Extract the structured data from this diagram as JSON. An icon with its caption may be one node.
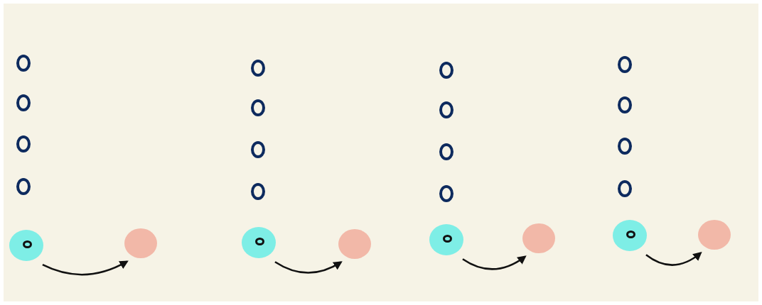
{
  "diagram": {
    "nodes": [
      {
        "text": [],
        "shape": "circle"
      },
      {
        "text": [],
        "shape": "circle"
      },
      {
        "text": [],
        "shape": "circle"
      },
      {
        "text": [],
        "shape": "circle"
      },
      {
        "text": [],
        "shape": "circle"
      },
      {
        "text": [],
        "shape": "circle",
        "in": 4
      },
      {
        "text": [],
        "shape": "circle"
      },
      {
        "text": [],
        "shape": "circle"
      },
      {
        "text": [],
        "shape": "circle"
      },
      {
        "text": [],
        "shape": "circle"
      },
      {
        "text": [],
        "shape": "circle"
      },
      {
        "text": [],
        "shape": "circle"
      },
      {
        "text": [],
        "shape": "circle",
        "in": 11
      },
      {
        "text": [],
        "shape": "circle"
      },
      {
        "text": [],
        "shape": "circle"
      },
      {
        "text": [],
        "shape": "circle"
      },
      {
        "text": [],
        "shape": "circle"
      },
      {
        "text": [],
        "shape": "circle"
      },
      {
        "text": [],
        "shape": "circle"
      },
      {
        "text": [],
        "shape": "circle",
        "in": 18
      },
      {
        "text": [],
        "shape": "circle"
      },
      {
        "text": [],
        "shape": "circle"
      },
      {
        "text": [],
        "shape": "circle"
      },
      {
        "text": [],
        "shape": "circle"
      },
      {
        "text": [],
        "shape": "circle"
      },
      {
        "text": [],
        "shape": "circle"
      },
      {
        "text": [],
        "shape": "circle",
        "in": 25
      },
      {
        "text": [],
        "shape": "circle"
      }
    ],
    "edges": [
      {
        "from": 4,
        "to": 6,
        "arrow": "to"
      },
      {
        "from": 11,
        "to": 13,
        "arrow": "to"
      },
      {
        "from": 18,
        "to": 20,
        "arrow": "to"
      },
      {
        "from": 25,
        "to": 27,
        "arrow": "to"
      }
    ]
  }
}
